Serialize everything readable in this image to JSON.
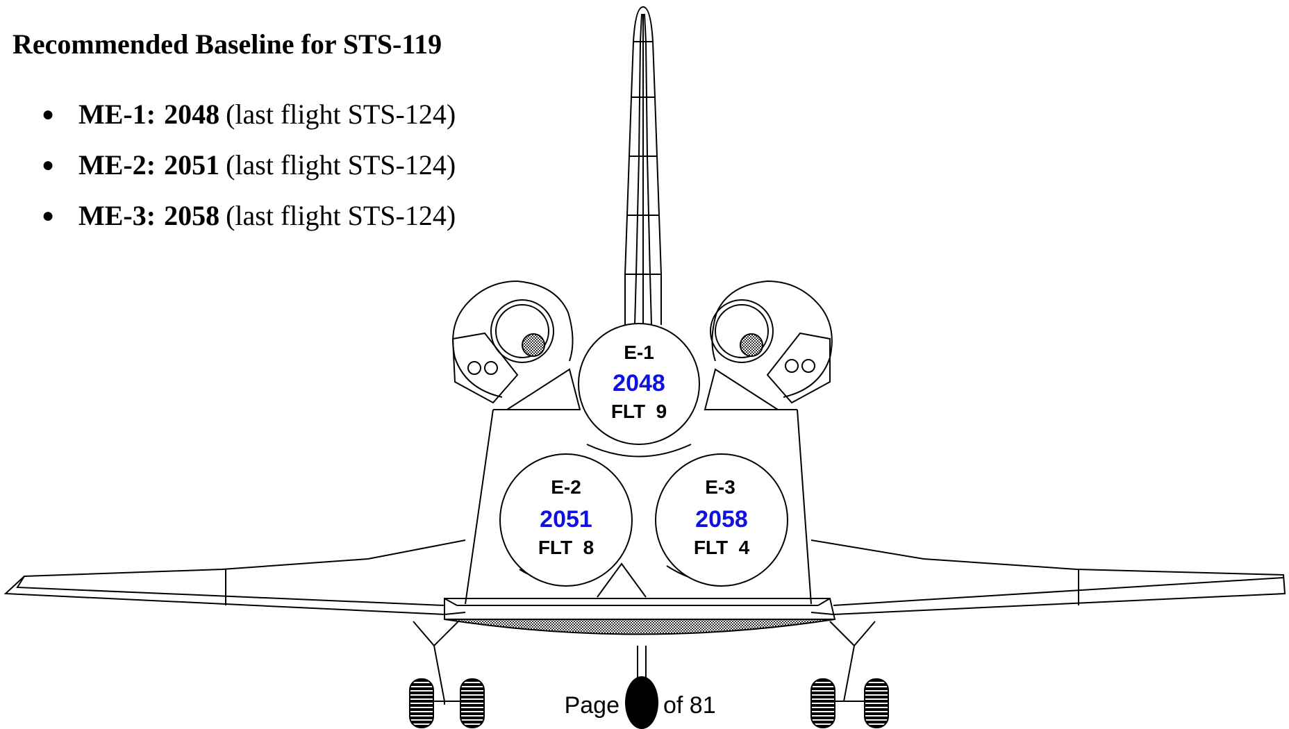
{
  "title": "Recommended Baseline for STS-119",
  "bullets": [
    {
      "label": "ME-1:",
      "serial": "2048",
      "note": "(last flight STS-124)"
    },
    {
      "label": "ME-2:",
      "serial": "2051",
      "note": "(last flight STS-124)"
    },
    {
      "label": "ME-3:",
      "serial": "2058",
      "note": "(last flight STS-124)"
    }
  ],
  "engines": [
    {
      "id": "E-1",
      "serial": "2048",
      "flight": "FLT  9"
    },
    {
      "id": "E-2",
      "serial": "2051",
      "flight": "FLT  8"
    },
    {
      "id": "E-3",
      "serial": "2058",
      "flight": "FLT  4"
    }
  ],
  "footer": {
    "page_label": "Page",
    "of_label": "of 81"
  },
  "colors": {
    "serial": "#1010e0",
    "line": "#000000"
  }
}
